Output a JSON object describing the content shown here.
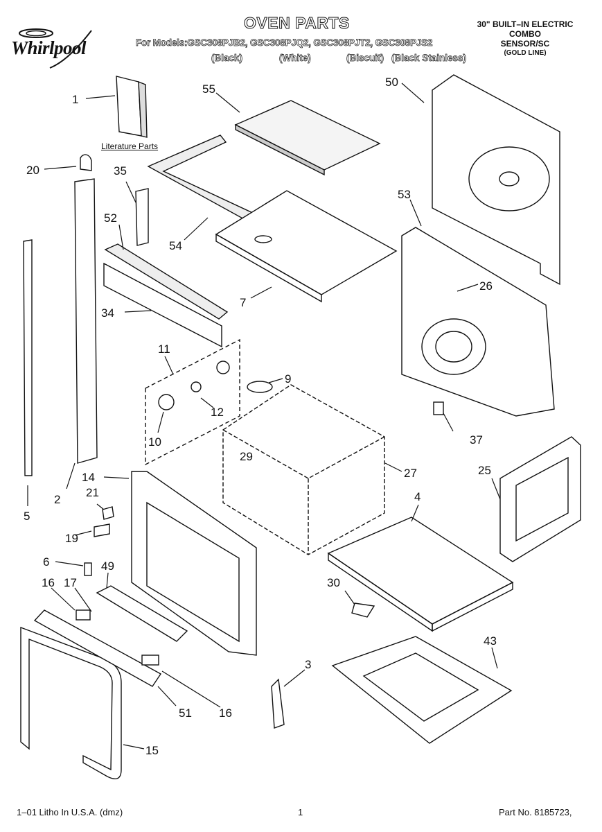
{
  "header": {
    "brand": "Whirlpool",
    "title": "OVEN PARTS",
    "models_line": "For Models:GSC308PJB2, GSC308PJQ2, GSC308PJT2, GSC308PJS2",
    "variants": [
      "(Black)",
      "(White)",
      "(Biscuit)",
      "(Black Stainless)"
    ],
    "product_type": [
      "30\" BUILT–IN ELECTRIC",
      "COMBO",
      "SENSOR/SC",
      "(GOLD LINE)"
    ]
  },
  "literature_label": "Literature Parts",
  "callouts": [
    "1",
    "55",
    "50",
    "20",
    "35",
    "52",
    "54",
    "53",
    "26",
    "7",
    "34",
    "11",
    "9",
    "12",
    "10",
    "29",
    "27",
    "37",
    "25",
    "14",
    "4",
    "21",
    "2",
    "5",
    "19",
    "6",
    "49",
    "16",
    "17",
    "30",
    "43",
    "3",
    "16",
    "51",
    "15"
  ],
  "footer": {
    "litho": "1–01 Litho In U.S.A. (dmz)",
    "page": "1",
    "part_no": "Part No. 8185723,"
  }
}
